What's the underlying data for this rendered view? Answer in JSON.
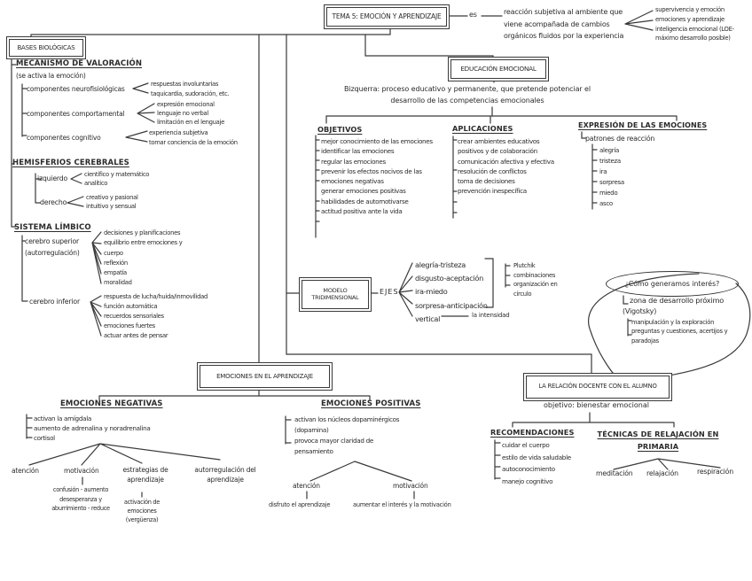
{
  "root": {
    "title": "TEMA 5: EMOCIÓN Y APRENDIZAJE",
    "connector": "es",
    "definition": "reacción subjetiva al ambiente que viene acompañada de cambios orgánicos fluidos por la experiencia",
    "aspects": [
      "supervivencia y emoción",
      "emociones y aprendizaje",
      "inteligencia emocional (LOE- máximo desarrollo posible)"
    ]
  },
  "bases": {
    "title": "BASES BIOLÓGICAS",
    "mecanismo": {
      "title": "MECANISMO DE VALORACIÓN",
      "note": "(se activa la emoción)",
      "componentes": [
        {
          "label": "componentes neurofisiológicas",
          "items": [
            "respuestas involuntarias",
            "taquicardia, sudoración, etc."
          ]
        },
        {
          "label": "componentes comportamental",
          "items": [
            "expresión emocional",
            "lenguaje no verbal",
            "limitación en el lenguaje"
          ]
        },
        {
          "label": "componentes cognitivo",
          "items": [
            "experiencia subjetiva",
            "tomar conciencia de la emoción"
          ]
        }
      ]
    },
    "hemisferios": {
      "title": "HEMISFERIOS CEREBRALES",
      "izquierdo": {
        "label": "izquierdo",
        "items": [
          "científico y matemático",
          "analítico"
        ]
      },
      "derecho": {
        "label": "derecho",
        "items": [
          "creativo y pasional",
          "intuitivo y sensual"
        ]
      }
    },
    "limbico": {
      "title": "SISTEMA LÍMBICO",
      "superior": {
        "label": "cerebro superior",
        "note": "(autorregulación)",
        "items": [
          "decisiones y planificaciones",
          "equilibrio entre emociones y cuerpo",
          "reflexión",
          "empatía",
          "moralidad"
        ]
      },
      "inferior": {
        "label": "cerebro inferior",
        "items": [
          "respuesta de lucha/huida/inmovilidad",
          "función automática",
          "recuerdos sensoriales",
          "emociones fuertes",
          "actuar antes de pensar"
        ]
      }
    }
  },
  "educacion": {
    "title": "EDUCACIÓN EMOCIONAL",
    "definition": "Bizquerra: proceso educativo y permanente, que pretende potenciar el desarrollo de las competencias emocionales",
    "objetivos": {
      "title": "OBJETIVOS",
      "items": [
        "mejor conocimiento de las emociones",
        "identificar las emociones",
        "regular las emociones",
        "prevenir los efectos nocivos de las emociones negativas",
        "generar emociones positivas",
        "habilidades de automotivarse",
        "actitud positiva ante la vida"
      ]
    },
    "aplicaciones": {
      "title": "APLICACIONES",
      "items": [
        "crear ambientes educativos positivos y de colaboración",
        "comunicación afectiva y efectiva",
        "resolución de conflictos",
        "toma de decisiones",
        "prevención inespecífica"
      ]
    },
    "expresion": {
      "title": "EXPRESIÓN DE LAS EMOCIONES",
      "subtitle": "patrones de reacción",
      "items": [
        "alegría",
        "tristeza",
        "ira",
        "sorpresa",
        "miedo",
        "asco"
      ]
    }
  },
  "modelo": {
    "title": "MODELO TRIDIMENSIONAL",
    "connector": "EJES",
    "ejes": [
      "alegría-tristeza",
      "disgusto-aceptación",
      "ira-miedo",
      "sorpresa-anticipación",
      "vertical"
    ],
    "vertical_note": "la intensidad",
    "plutchik": [
      "Plutchik",
      "combinaciones",
      "organización en círculo"
    ]
  },
  "interes": {
    "question": "¿Cómo generamos interés?",
    "concept": "zona de desarrollo próximo",
    "author": "(Vigotsky)",
    "items": [
      "manipulación y la exploración",
      "preguntas y cuestiones, acertijos y paradojas"
    ]
  },
  "aprendizaje": {
    "title": "EMOCIONES EN EL APRENDIZAJE",
    "negativas": {
      "title": "EMOCIONES NEGATIVAS",
      "efectos": [
        "activan la amígdala",
        "aumento de adrenalina y noradrenalina",
        "cortisol"
      ],
      "ramas": [
        {
          "label": "atención"
        },
        {
          "label": "motivación",
          "detalle": "confusión - aumento desesperanza y aburrimiento - reduce"
        },
        {
          "label": "estrategias de aprendizaje",
          "detalle": "activación de emociones (vergüenza)"
        },
        {
          "label": "autorregulación del aprendizaje"
        }
      ]
    },
    "positivas": {
      "title": "EMOCIONES POSITIVAS",
      "efectos": [
        "activan los núcleos dopaminérgicos (dopamina)",
        "provoca mayor claridad de pensamiento"
      ],
      "ramas": [
        {
          "label": "atención",
          "detalle": "disfruto el aprendizaje"
        },
        {
          "label": "motivación",
          "detalle": "aumentar el interés y la motivación"
        }
      ]
    }
  },
  "relacion": {
    "title": "LA RELACIÓN DOCENTE CON EL ALUMNO",
    "objetivo": "objetivo: bienestar emocional",
    "recomendaciones": {
      "title": "RECOMENDACIONES",
      "items": [
        "cuidar el cuerpo",
        "estilo de vida saludable",
        "autoconocimiento",
        "manejo cognitivo"
      ]
    },
    "tecnicas": {
      "title": "TÉCNICAS DE RELAJACIÓN EN PRIMARIA",
      "items": [
        "meditación",
        "relajación",
        "respiración"
      ]
    }
  }
}
